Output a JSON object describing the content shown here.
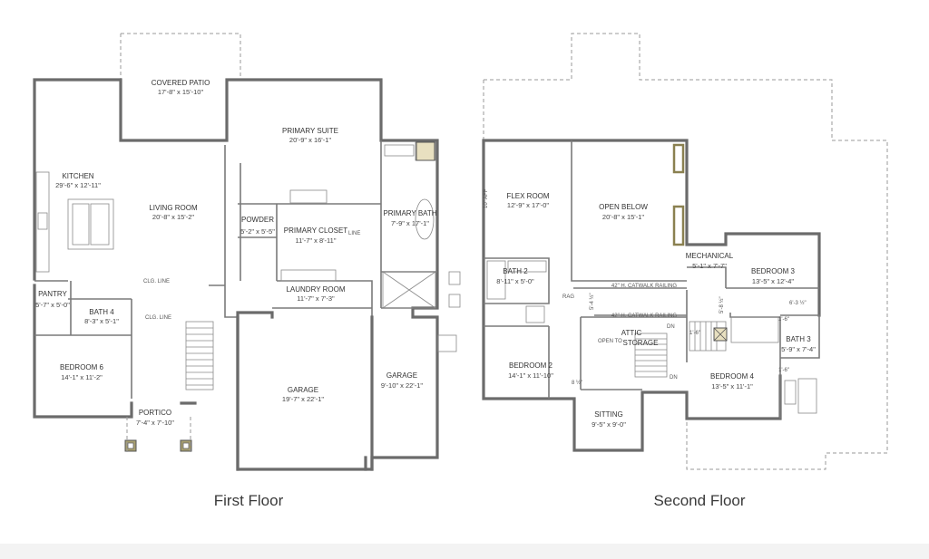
{
  "floors": {
    "first": {
      "label": "First Floor",
      "rooms": {
        "covered_patio": {
          "name": "COVERED PATIO",
          "dim": "17'-8\" x 15'-10\""
        },
        "primary_suite": {
          "name": "PRIMARY SUITE",
          "dim": "20'-9\" x 16'-1\""
        },
        "kitchen": {
          "name": "KITCHEN",
          "dim": "29'-6\" x 12'-11\""
        },
        "living_room": {
          "name": "LIVING ROOM",
          "dim": "20'-8\" x 15'-2\""
        },
        "powder": {
          "name": "POWDER",
          "dim": "5'-2\" x 5'-5\""
        },
        "primary_closet": {
          "name": "PRIMARY CLOSET",
          "dim": "11'-7\" x 8'-11\""
        },
        "primary_bath": {
          "name": "PRIMARY BATH",
          "dim": "7'-9\" x 17'-1\""
        },
        "laundry_room": {
          "name": "LAUNDRY ROOM",
          "dim": "11'-7\" x 7'-3\""
        },
        "pantry": {
          "name": "PANTRY",
          "dim": "5'-7\" x 5'-0\""
        },
        "bath_4": {
          "name": "BATH 4",
          "dim": "8'-3\" x 5'-1\""
        },
        "bedroom_6": {
          "name": "BEDROOM 6",
          "dim": "14'-1\" x 11'-2\""
        },
        "garage_main": {
          "name": "GARAGE",
          "dim": "19'-7\" x 22'-1\""
        },
        "garage_side": {
          "name": "GARAGE",
          "dim": "9'-10\" x 22'-1\""
        },
        "portico": {
          "name": "PORTICO",
          "dim": "7'-4\" x 7'-10\""
        }
      },
      "notes": {
        "clg_line_1": "CLG. LINE",
        "clg_line_2": "CLG. LINE",
        "line": "LINE"
      }
    },
    "second": {
      "label": "Second Floor",
      "rooms": {
        "flex_room": {
          "name": "FLEX ROOM",
          "dim": "12'-9\" x 17'-0\""
        },
        "open_below": {
          "name": "OPEN BELOW",
          "dim": "20'-8\" x 15'-1\""
        },
        "mechanical": {
          "name": "MECHANICAL",
          "dim": "5'-1\" x 7'-7\""
        },
        "bedroom_3": {
          "name": "BEDROOM 3",
          "dim": "13'-5\" x 12'-4\""
        },
        "bath_2": {
          "name": "BATH 2",
          "dim": "8'-11\" x 5'-0\""
        },
        "attic_storage": {
          "name1": "ATTIC",
          "name2": "STORAGE"
        },
        "bedroom_2": {
          "name": "BEDROOM 2",
          "dim": "14'-1\" x 11'-10\""
        },
        "bedroom_4": {
          "name": "BEDROOM 4",
          "dim": "13'-5\" x 11'-1\""
        },
        "bath_3": {
          "name": "BATH 3",
          "dim": "5'-9\" x 7'-4\""
        },
        "sitting": {
          "name": "SITTING",
          "dim": "9'-5\" x 9'-0\""
        }
      },
      "notes": {
        "catwalk_1": "42\" H. CATWALK RAILING",
        "catwalk_2": "42\" H. CATWALK RAILING",
        "aff": "10\" AFF",
        "rag": "RAG",
        "dim_5_4": "5'-4 ½\"",
        "dim_6_3": "6'-3 ½\"",
        "dim_1_6a": "1'-6\"",
        "dim_1_6b": "1'-6\"",
        "dim_1_6c": "1'-6\"",
        "dim_8_5": "8 ½\"",
        "dim_5_8": "5'-8 ½\"",
        "open_to": "OPEN TO",
        "dn1": "DN",
        "dn2": "DN"
      }
    }
  }
}
